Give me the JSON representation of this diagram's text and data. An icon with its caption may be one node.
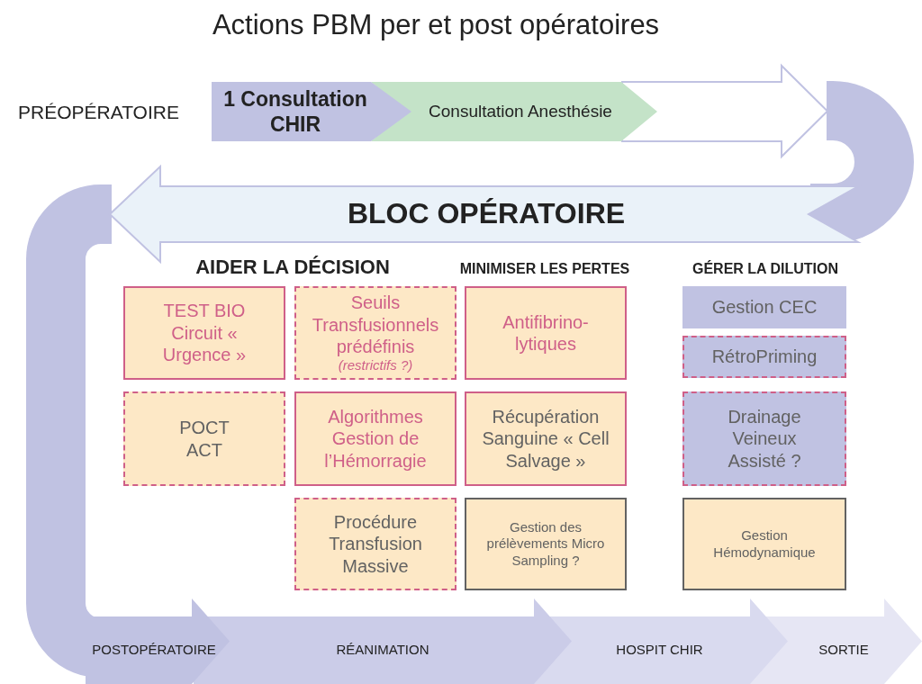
{
  "diagram": {
    "title": "Actions PBM per et post opératoires",
    "nodes": [
      {
        "text": [
          "1 Consultation CHIR"
        ]
      },
      {
        "text": [
          "Consultation Anesthésie"
        ]
      },
      {
        "text": [],
        "shape": "arrow"
      },
      {
        "text": [
          "BLOC OPÉRATOIRE"
        ]
      },
      {
        "text": [
          "TEST BIO Circuit « Urgence »"
        ]
      },
      {
        "text": [
          "Seuils Transfusionnels prédéfinis",
          "(restrictifs ?)"
        ]
      },
      {
        "text": [
          "Antifibrino- lytiques"
        ]
      },
      {
        "text": [
          "Gestion CEC"
        ]
      },
      {
        "text": [
          "RétroPriming"
        ]
      },
      {
        "text": [
          "POCT ACT"
        ]
      },
      {
        "text": [
          "Algorithmes Gestion de l’Hémorragie"
        ]
      },
      {
        "text": [
          "Récupération Sanguine « Cell Salvage »"
        ]
      },
      {
        "text": [
          "Drainage Veineux Assisté ?"
        ]
      },
      {
        "text": [
          "Procédure Transfusion Massive"
        ]
      },
      {
        "text": [
          "Gestion des prélèvements Micro Sampling ?"
        ]
      },
      {
        "text": [
          "Gestion Hémodynamique"
        ]
      },
      {
        "text": [
          "POSTOPÉRATOIRE"
        ]
      },
      {
        "text": [
          "RÉANIMATION"
        ]
      },
      {
        "text": [
          "HOSPIT CHIR"
        ]
      },
      {
        "text": [
          "SORTIE"
        ]
      }
    ],
    "edges": [
      {
        "from": 2,
        "to": 3,
        "arrow": "none"
      },
      {
        "from": 3,
        "to": 16,
        "arrow": "none"
      }
    ],
    "labels": [
      "PRÉOPÉRATOIRE",
      "AIDER LA DÉCISION",
      "MINIMISER LES PERTES",
      "GÉRER LA DILUTION"
    ]
  }
}
